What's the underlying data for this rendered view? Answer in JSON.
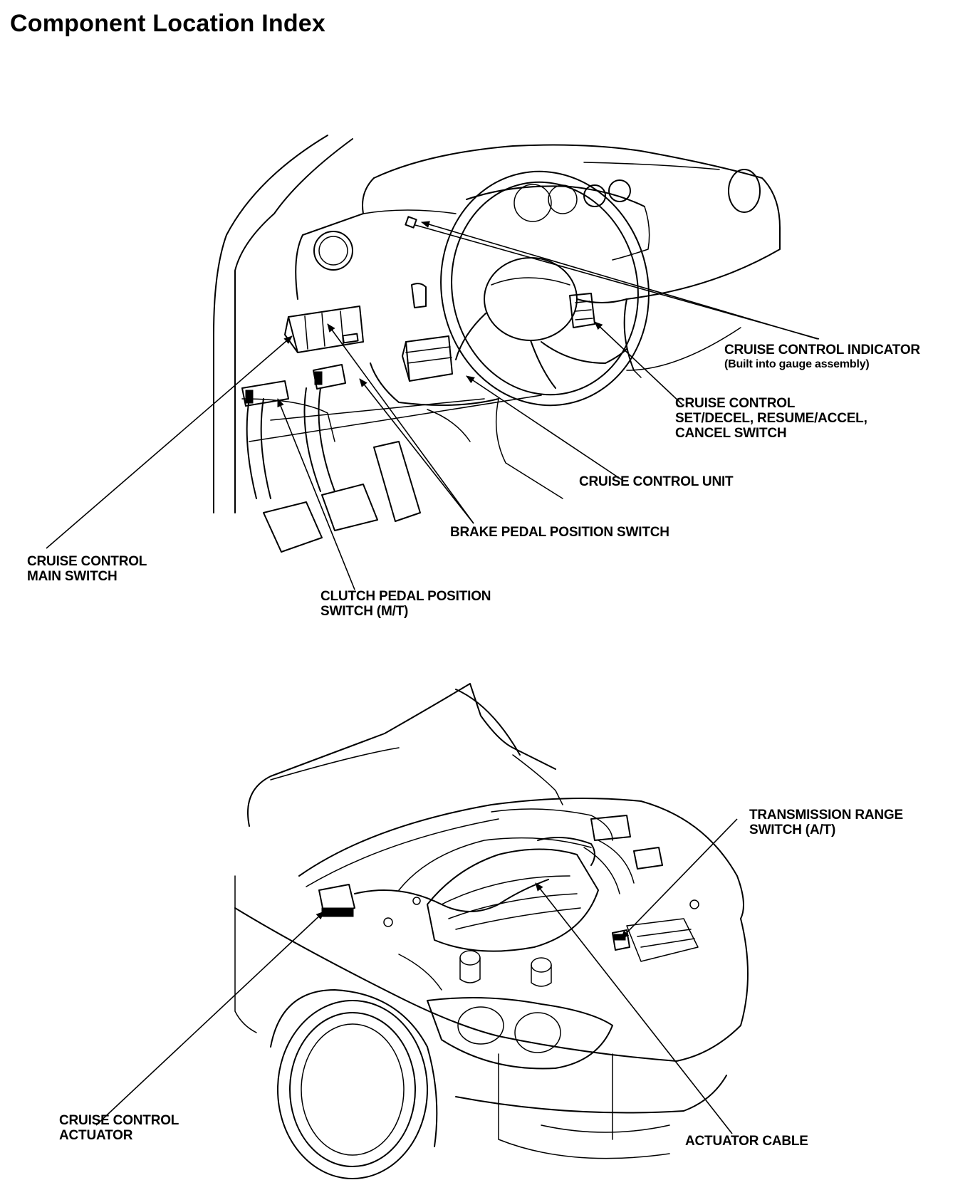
{
  "title": "Component Location Index",
  "labels": {
    "cruise_control_indicator": "CRUISE CONTROL INDICATOR",
    "cruise_control_indicator_note": "(Built into gauge assembly)",
    "set_switch_line1": "CRUISE CONTROL",
    "set_switch_line2": "SET/DECEL, RESUME/ACCEL,",
    "set_switch_line3": "CANCEL SWITCH",
    "cruise_control_unit": "CRUISE CONTROL UNIT",
    "brake_pedal_position_switch": "BRAKE PEDAL POSITION SWITCH",
    "main_switch_line1": "CRUISE CONTROL",
    "main_switch_line2": "MAIN SWITCH",
    "clutch_switch_line1": "CLUTCH PEDAL POSITION",
    "clutch_switch_line2": "SWITCH (M/T)",
    "transmission_range_line1": "TRANSMISSION RANGE",
    "transmission_range_line2": "SWITCH (A/T)",
    "actuator_line1": "CRUISE CONTROL",
    "actuator_line2": "ACTUATOR",
    "actuator_cable": "ACTUATOR CABLE"
  }
}
